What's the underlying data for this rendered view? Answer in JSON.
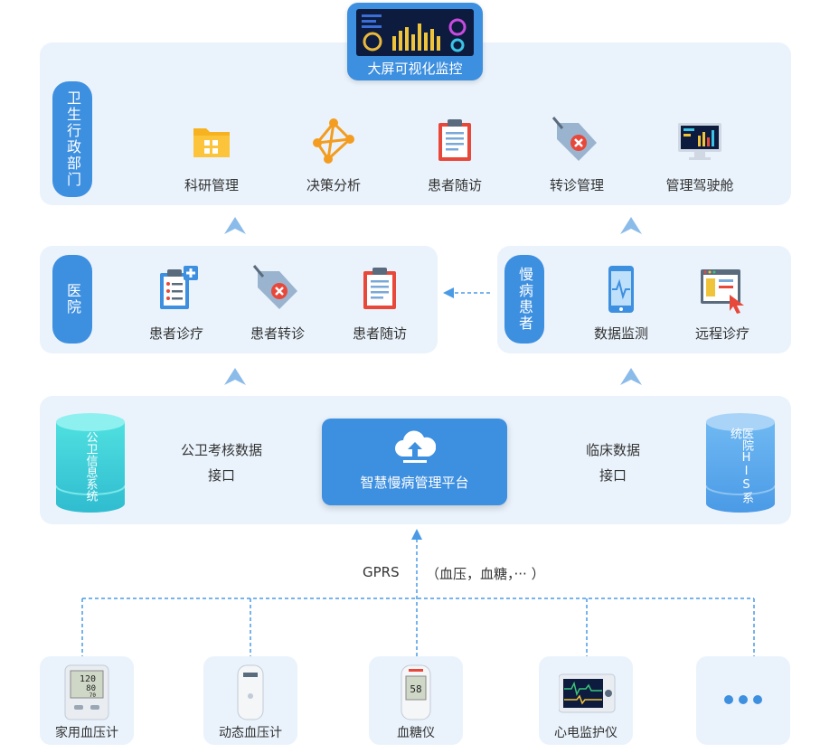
{
  "big_screen": {
    "label": "大屏可视化监控"
  },
  "health_dept": {
    "label": "卫生行政部门",
    "items": [
      {
        "label": "科研管理",
        "icon": "folder-icon"
      },
      {
        "label": "决策分析",
        "icon": "network-icon"
      },
      {
        "label": "患者随访",
        "icon": "clipboard-icon"
      },
      {
        "label": "转诊管理",
        "icon": "tag-icon"
      },
      {
        "label": "管理驾驶舱",
        "icon": "monitor-icon"
      }
    ]
  },
  "hospital": {
    "label": "医院",
    "items": [
      {
        "label": "患者诊疗",
        "icon": "medical-clipboard-icon"
      },
      {
        "label": "患者转诊",
        "icon": "tag-icon"
      },
      {
        "label": "患者随访",
        "icon": "clipboard-icon"
      }
    ]
  },
  "patients": {
    "label": "慢病患者",
    "items": [
      {
        "label": "数据监测",
        "icon": "phone-monitor-icon"
      },
      {
        "label": "远程诊疗",
        "icon": "remote-window-icon"
      }
    ]
  },
  "platform": {
    "label": "智慧慢病管理平台"
  },
  "left_system": {
    "label": "公卫信息系统"
  },
  "right_system": {
    "label": "医院HIS系统"
  },
  "left_interface": {
    "line1": "公卫考核数据",
    "line2": "接口"
  },
  "right_interface": {
    "line1": "临床数据",
    "line2": "接口"
  },
  "transmission": {
    "gprs": "GPRS",
    "data": "（血压，血糖，··· ）"
  },
  "devices": [
    {
      "label": "家用血压计",
      "icon": "blood-pressure-monitor-icon"
    },
    {
      "label": "动态血压计",
      "icon": "ambulatory-bp-icon"
    },
    {
      "label": "血糖仪",
      "icon": "glucose-meter-icon"
    },
    {
      "label": "心电监护仪",
      "icon": "ecg-monitor-icon"
    },
    {
      "label": "",
      "icon": "more-icon"
    }
  ],
  "colors": {
    "primary": "#3d8fe0",
    "panel": "#eaf3fc",
    "arrow": "#8bbbe9",
    "dashed": "#4a9ae6"
  }
}
